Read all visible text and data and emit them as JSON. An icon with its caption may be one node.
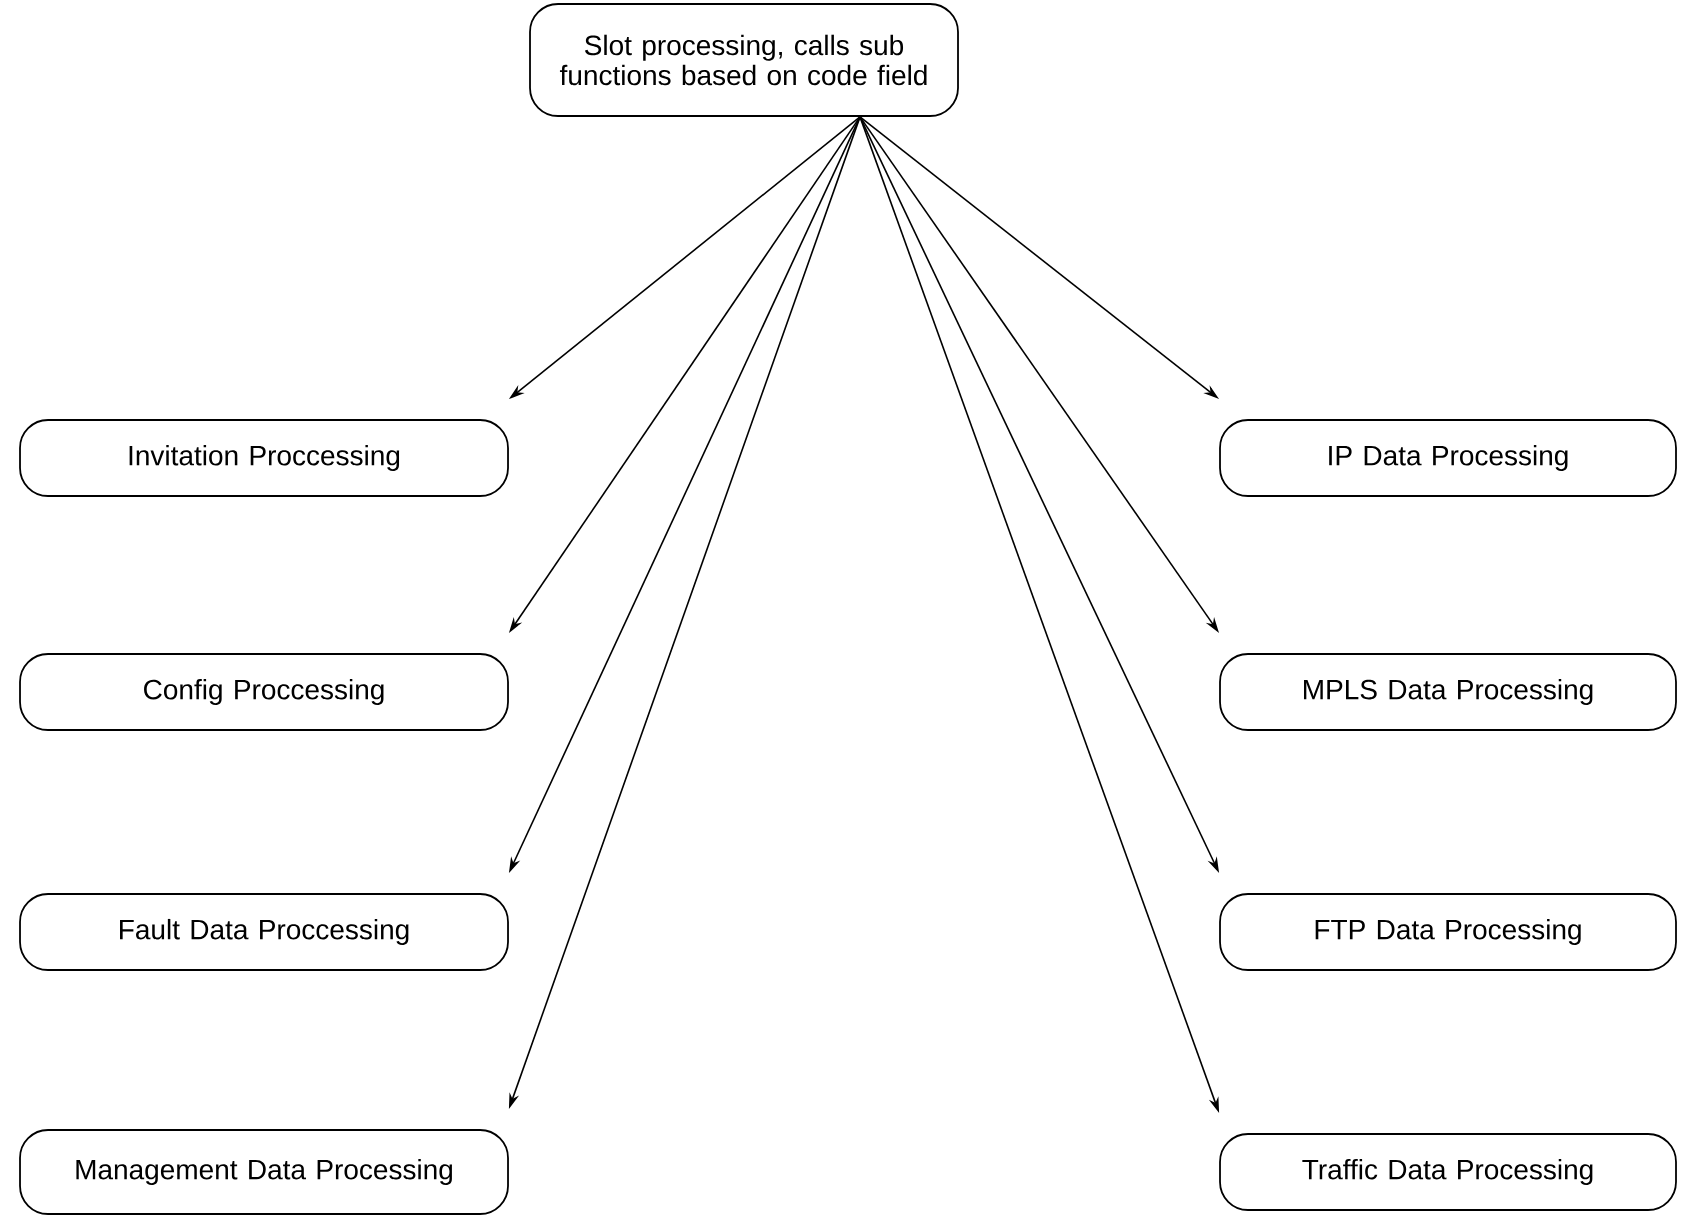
{
  "diagram": {
    "nodes": [
      {
        "text": [
          "Slot processing, calls sub functions based on code field"
        ]
      },
      {
        "text": [
          "Invitation Proccessing"
        ]
      },
      {
        "text": [
          "IP Data Processing"
        ]
      },
      {
        "text": [
          "Config Proccessing"
        ]
      },
      {
        "text": [
          "MPLS Data Processing"
        ]
      },
      {
        "text": [
          "Fault Data Proccessing"
        ]
      },
      {
        "text": [
          "FTP Data Processing"
        ]
      },
      {
        "text": [
          "Management Data Processing"
        ]
      },
      {
        "text": [
          "Traffic Data Processing"
        ]
      }
    ],
    "edges": [
      {
        "from": 0,
        "to": 1,
        "arrow": "to"
      },
      {
        "from": 0,
        "to": 2,
        "arrow": "to"
      },
      {
        "from": 0,
        "to": 3,
        "arrow": "to"
      },
      {
        "from": 0,
        "to": 4,
        "arrow": "to"
      },
      {
        "from": 0,
        "to": 5,
        "arrow": "to"
      },
      {
        "from": 0,
        "to": 6,
        "arrow": "to"
      },
      {
        "from": 0,
        "to": 7,
        "arrow": "to"
      },
      {
        "from": 0,
        "to": 8,
        "arrow": "to"
      }
    ]
  }
}
